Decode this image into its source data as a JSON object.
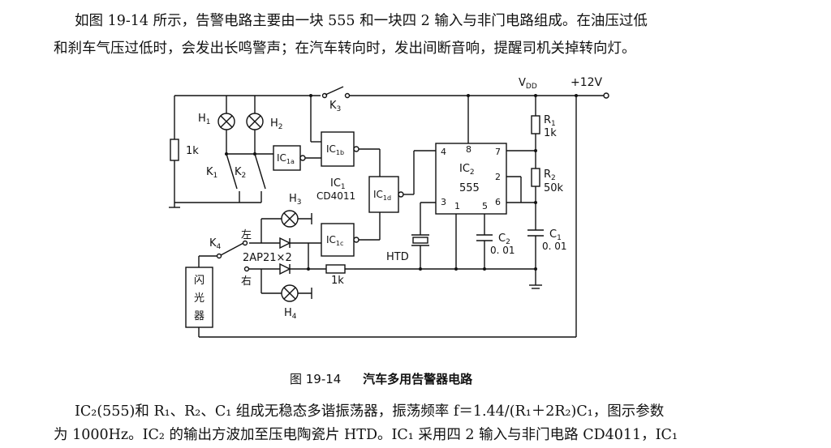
{
  "text": {
    "intro_line1": "如图 19-14 所示，告警电路主要由一块 555 和一块四 2 输入与非门电路组成。在油压过低",
    "intro_line2": "和刹车气压过低时，会发出长鸣警声；在汽车转向时，发出间断音响，提醒司机关掉转向灯。",
    "caption_number": "图 19-14",
    "caption_title": "汽车多用告警器电路",
    "body_line1": "IC₂(555)和 R₁、R₂、C₁ 组成无稳态多谐振荡器，振荡频率 f＝1.44/(R₁＋2R₂)C₁，图示参数",
    "body_line2": "为 1000Hz。IC₂ 的输出方波加至压电陶瓷片 HTD。IC₁ 采用四 2 输入与非门电路 CD4011，IC₁"
  },
  "diagram": {
    "vdd": "V",
    "vdd_sub": "DD",
    "supply": "+12V",
    "k3": "K",
    "k3_sub": "3",
    "k1": "K",
    "k1_sub": "1",
    "k2": "K",
    "k2_sub": "2",
    "k4": "K",
    "k4_sub": "4",
    "h1": "H",
    "h1_sub": "1",
    "h2": "H",
    "h2_sub": "2",
    "h3": "H",
    "h3_sub": "3",
    "h4": "H",
    "h4_sub": "4",
    "r_left": "1k",
    "r_bottom": "1k",
    "ic1a": "IC",
    "ic1a_sub": "1a",
    "ic1b": "IC",
    "ic1b_sub": "1b",
    "ic1c": "IC",
    "ic1c_sub": "1c",
    "ic1d": "IC",
    "ic1d_sub": "1d",
    "ic1": "IC",
    "ic1_sub": "1",
    "cd4011": "CD4011",
    "ic2": "IC",
    "ic2_sub": "2",
    "ic2_type": "555",
    "pin4": "4",
    "pin8": "8",
    "pin7": "7",
    "pin2": "2",
    "pin6": "6",
    "pin3": "3",
    "pin1": "1",
    "pin5": "5",
    "r1": "R",
    "r1_sub": "1",
    "r1_val": "1k",
    "r2": "R",
    "r2_sub": "2",
    "r2_val": "50k",
    "c1": "C",
    "c1_sub": "1",
    "c1_val": "0. 01",
    "c2": "C",
    "c2_sub": "2",
    "c2_val": "0. 01",
    "htd": "HTD",
    "left": "左",
    "right": "右",
    "diodes": "2AP21×2",
    "flasher_1": "闪",
    "flasher_2": "光",
    "flasher_3": "器"
  }
}
